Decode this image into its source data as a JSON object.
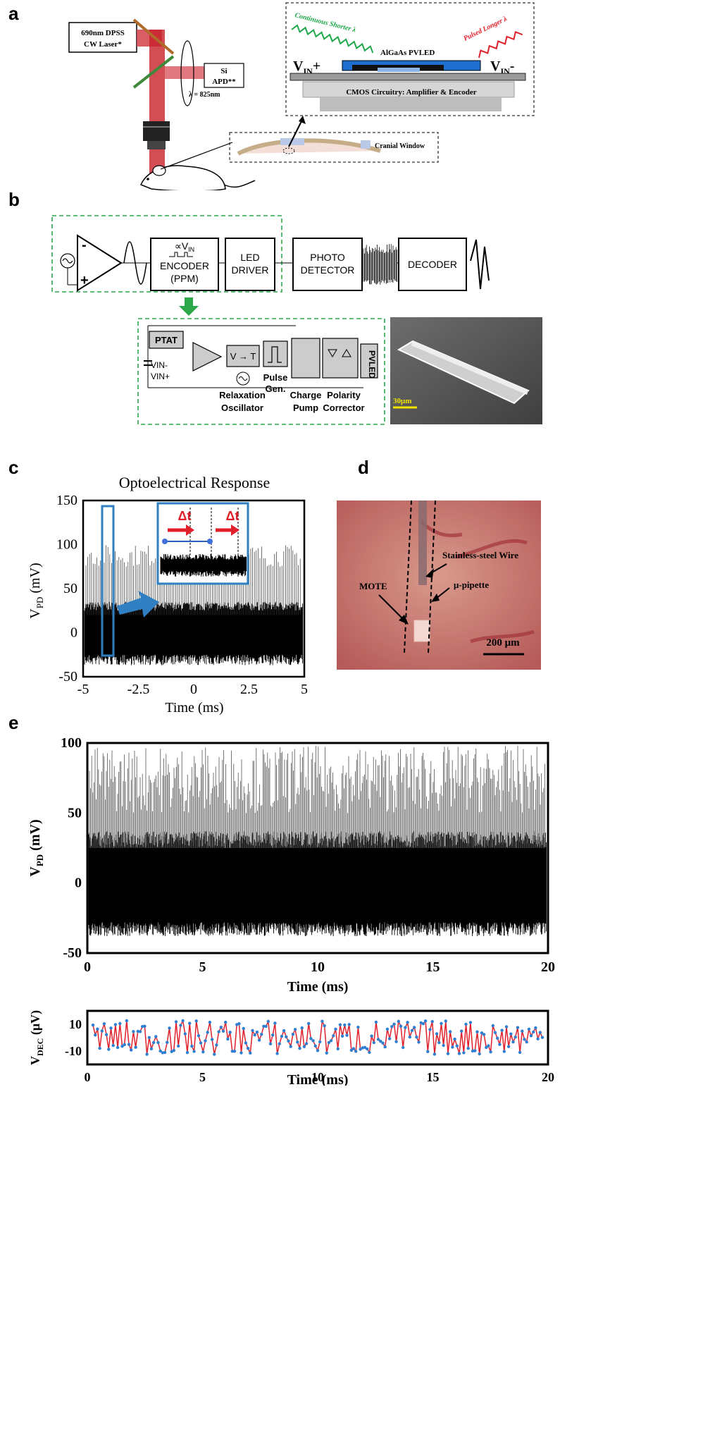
{
  "panels": {
    "a": "a",
    "b": "b",
    "c": "c",
    "d": "d",
    "e": "e"
  },
  "panel_a": {
    "laser_line1": "690nm DPSS",
    "laser_line2": "CW Laser*",
    "apd_line1": "Si",
    "apd_line2": "APD**",
    "wavelength": "λ = 825nm",
    "continuous": "Continuous Shorter λ",
    "pulsed": "Pulsed Longer λ",
    "pvled": "AlGaAs PVLED",
    "vin_plus": "V",
    "vin_plus_sub": "IN",
    "vin_plus_sign": "+",
    "vin_minus": "V",
    "vin_minus_sub": "IN",
    "vin_minus_sign": "-",
    "cmos": "CMOS Circuitry: Amplifier & Encoder",
    "cranial": "Cranial Window",
    "colors": {
      "green": "#1fa74a",
      "red": "#e0202a",
      "blue": "#1f6fd1",
      "beam": "#c8202a",
      "mirror": "#b06a2a"
    }
  },
  "panel_b": {
    "encoder_top": "∝V",
    "encoder_top_sub": "IN",
    "encoder_1": "ENCODER",
    "encoder_2": "(PPM)",
    "led_1": "LED",
    "led_2": "DRIVER",
    "photo_1": "PHOTO",
    "photo_2": "DETECTOR",
    "decoder": "DECODER",
    "ptat": "PTAT",
    "vin_minus": "VIN-",
    "vin_plus": "VIN+",
    "v_to_t": "V → T",
    "pulse_1": "Pulse",
    "pulse_2": "Gen.",
    "relax_1": "Relaxation",
    "relax_2": "Oscillator",
    "charge_1": "Charge",
    "charge_2": "Pump",
    "polarity_1": "Polarity",
    "polarity_2": "Corrector",
    "pvled": "PVLED",
    "scale": "30μm"
  },
  "panel_d": {
    "stainless": "Stainless-steel Wire",
    "pipette": "μ-pipette",
    "mote": "MOTE",
    "scale": "200 μm"
  },
  "chart_data": [
    {
      "type": "line",
      "title": "Optoelectrical Response",
      "xlabel": "Time (ms)",
      "ylabel_main": "V",
      "ylabel_sub": "PD",
      "ylabel_unit": " (mV)",
      "xlim": [
        -5,
        5
      ],
      "ylim": [
        -50,
        150
      ],
      "xticks": [
        "-5",
        "-2.5",
        "0",
        "2.5",
        "5"
      ],
      "yticks": [
        "150",
        "100",
        "50",
        "0",
        "-50"
      ],
      "inset_label": "Δt",
      "series": [
        {
          "values_description_envelope": [
            -30,
            95
          ]
        }
      ]
    },
    {
      "type": "line",
      "xlabel": "Time (ms)",
      "ylabel_main": "V",
      "ylabel_sub": "PD",
      "ylabel_unit": " (mV)",
      "xlim": [
        0,
        20
      ],
      "ylim": [
        -50,
        100
      ],
      "xticks": [
        "0",
        "5",
        "10",
        "15",
        "20"
      ],
      "yticks": [
        "100",
        "50",
        "0",
        "-50"
      ]
    },
    {
      "type": "line",
      "xlabel": "Time (ms)",
      "ylabel_main": "V",
      "ylabel_sub": "DEC",
      "ylabel_unit": " (μV)",
      "xlim": [
        0,
        20
      ],
      "ylim": [
        -20,
        20
      ],
      "xticks": [
        "0",
        "5",
        "10",
        "15",
        "20"
      ],
      "yticks": [
        "10",
        "-10"
      ]
    }
  ]
}
